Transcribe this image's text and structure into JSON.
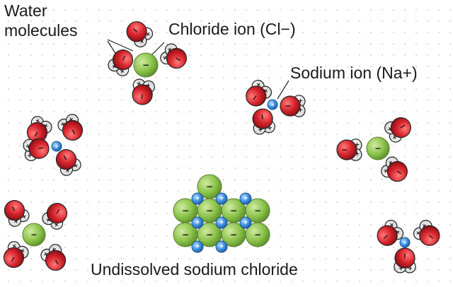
{
  "labels": {
    "water_line1": "Water",
    "water_line2": "molecules",
    "chloride": "Chloride ion (Cl−)",
    "sodium": "Sodium ion (Na+)",
    "undissolved": "Undissolved sodium chloride"
  },
  "legend_symbols": {
    "oxygen_partial_charge": "−",
    "hydrogen_partial_charge": "+",
    "sodium_charge": "+",
    "chloride_charge": "−"
  },
  "colors": {
    "oxygen": "#d8252d",
    "hydrogen": "#f4f4f4",
    "chloride": "#8bc34a",
    "sodium": "#3a8ee0",
    "leader_line": "#222222"
  },
  "icons": {
    "water_molecule": "water-molecule-icon",
    "chloride_ion": "chloride-ion-icon",
    "sodium_ion": "sodium-ion-icon"
  }
}
